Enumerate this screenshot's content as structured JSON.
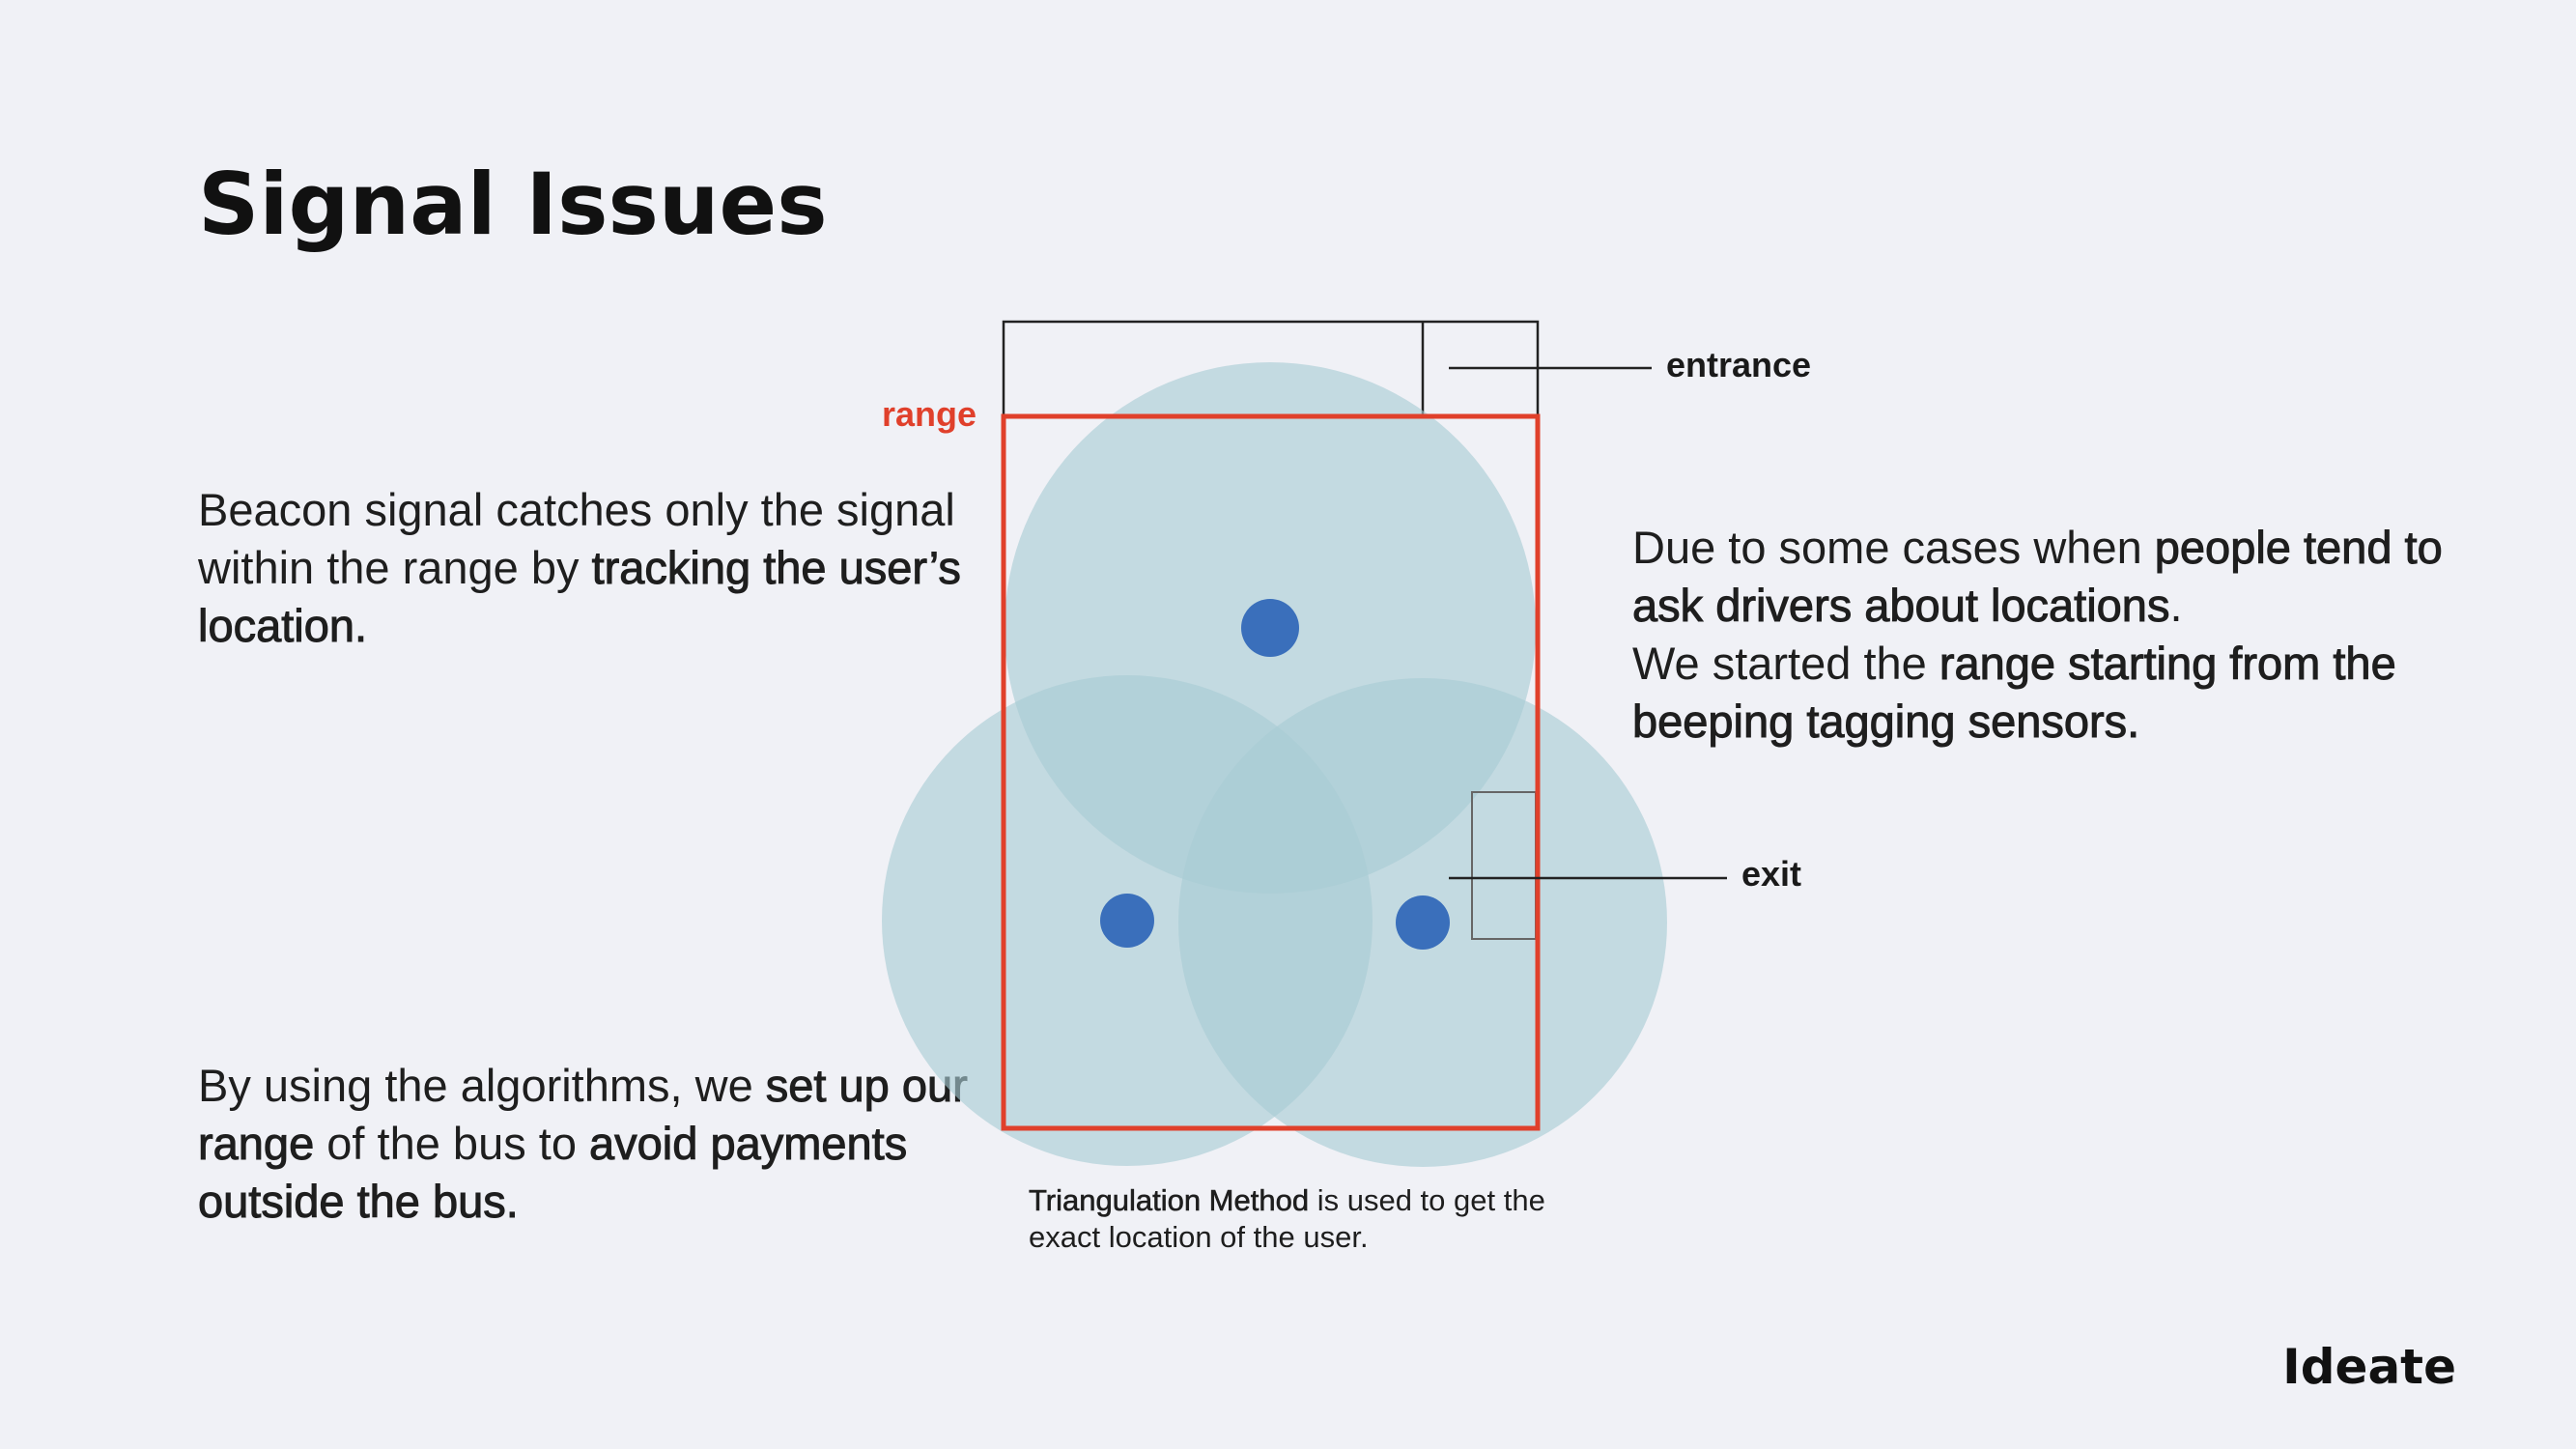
{
  "title": "Signal Issues",
  "brand": "Ideate",
  "left_top": {
    "plain": "Beacon signal catches only the signal within the range by ",
    "bold": "tracking the user’s location."
  },
  "left_bottom": {
    "plain1": "By using the algorithms, we ",
    "bold1": "set up our range",
    "plain2": " of the bus to ",
    "bold2": "avoid payments outside the bus."
  },
  "right": {
    "plain1": "Due to some cases when ",
    "bold1": "people tend to ask drivers about locations",
    "plain2": ".",
    "plain3": "We started the ",
    "bold2": "range starting from the beeping tagging sensors."
  },
  "caption": {
    "bold": "Triangulation Method",
    "plain": " is used to get the exact location of the user."
  },
  "diagram": {
    "range_label": "range",
    "entrance_label": "entrance",
    "exit_label": "exit"
  },
  "colors": {
    "background": "#f0f1f6",
    "range": "#e0402b",
    "circle_fill": "#a8cbd4",
    "beacon": "#3a6fbb",
    "outline": "#222222"
  }
}
